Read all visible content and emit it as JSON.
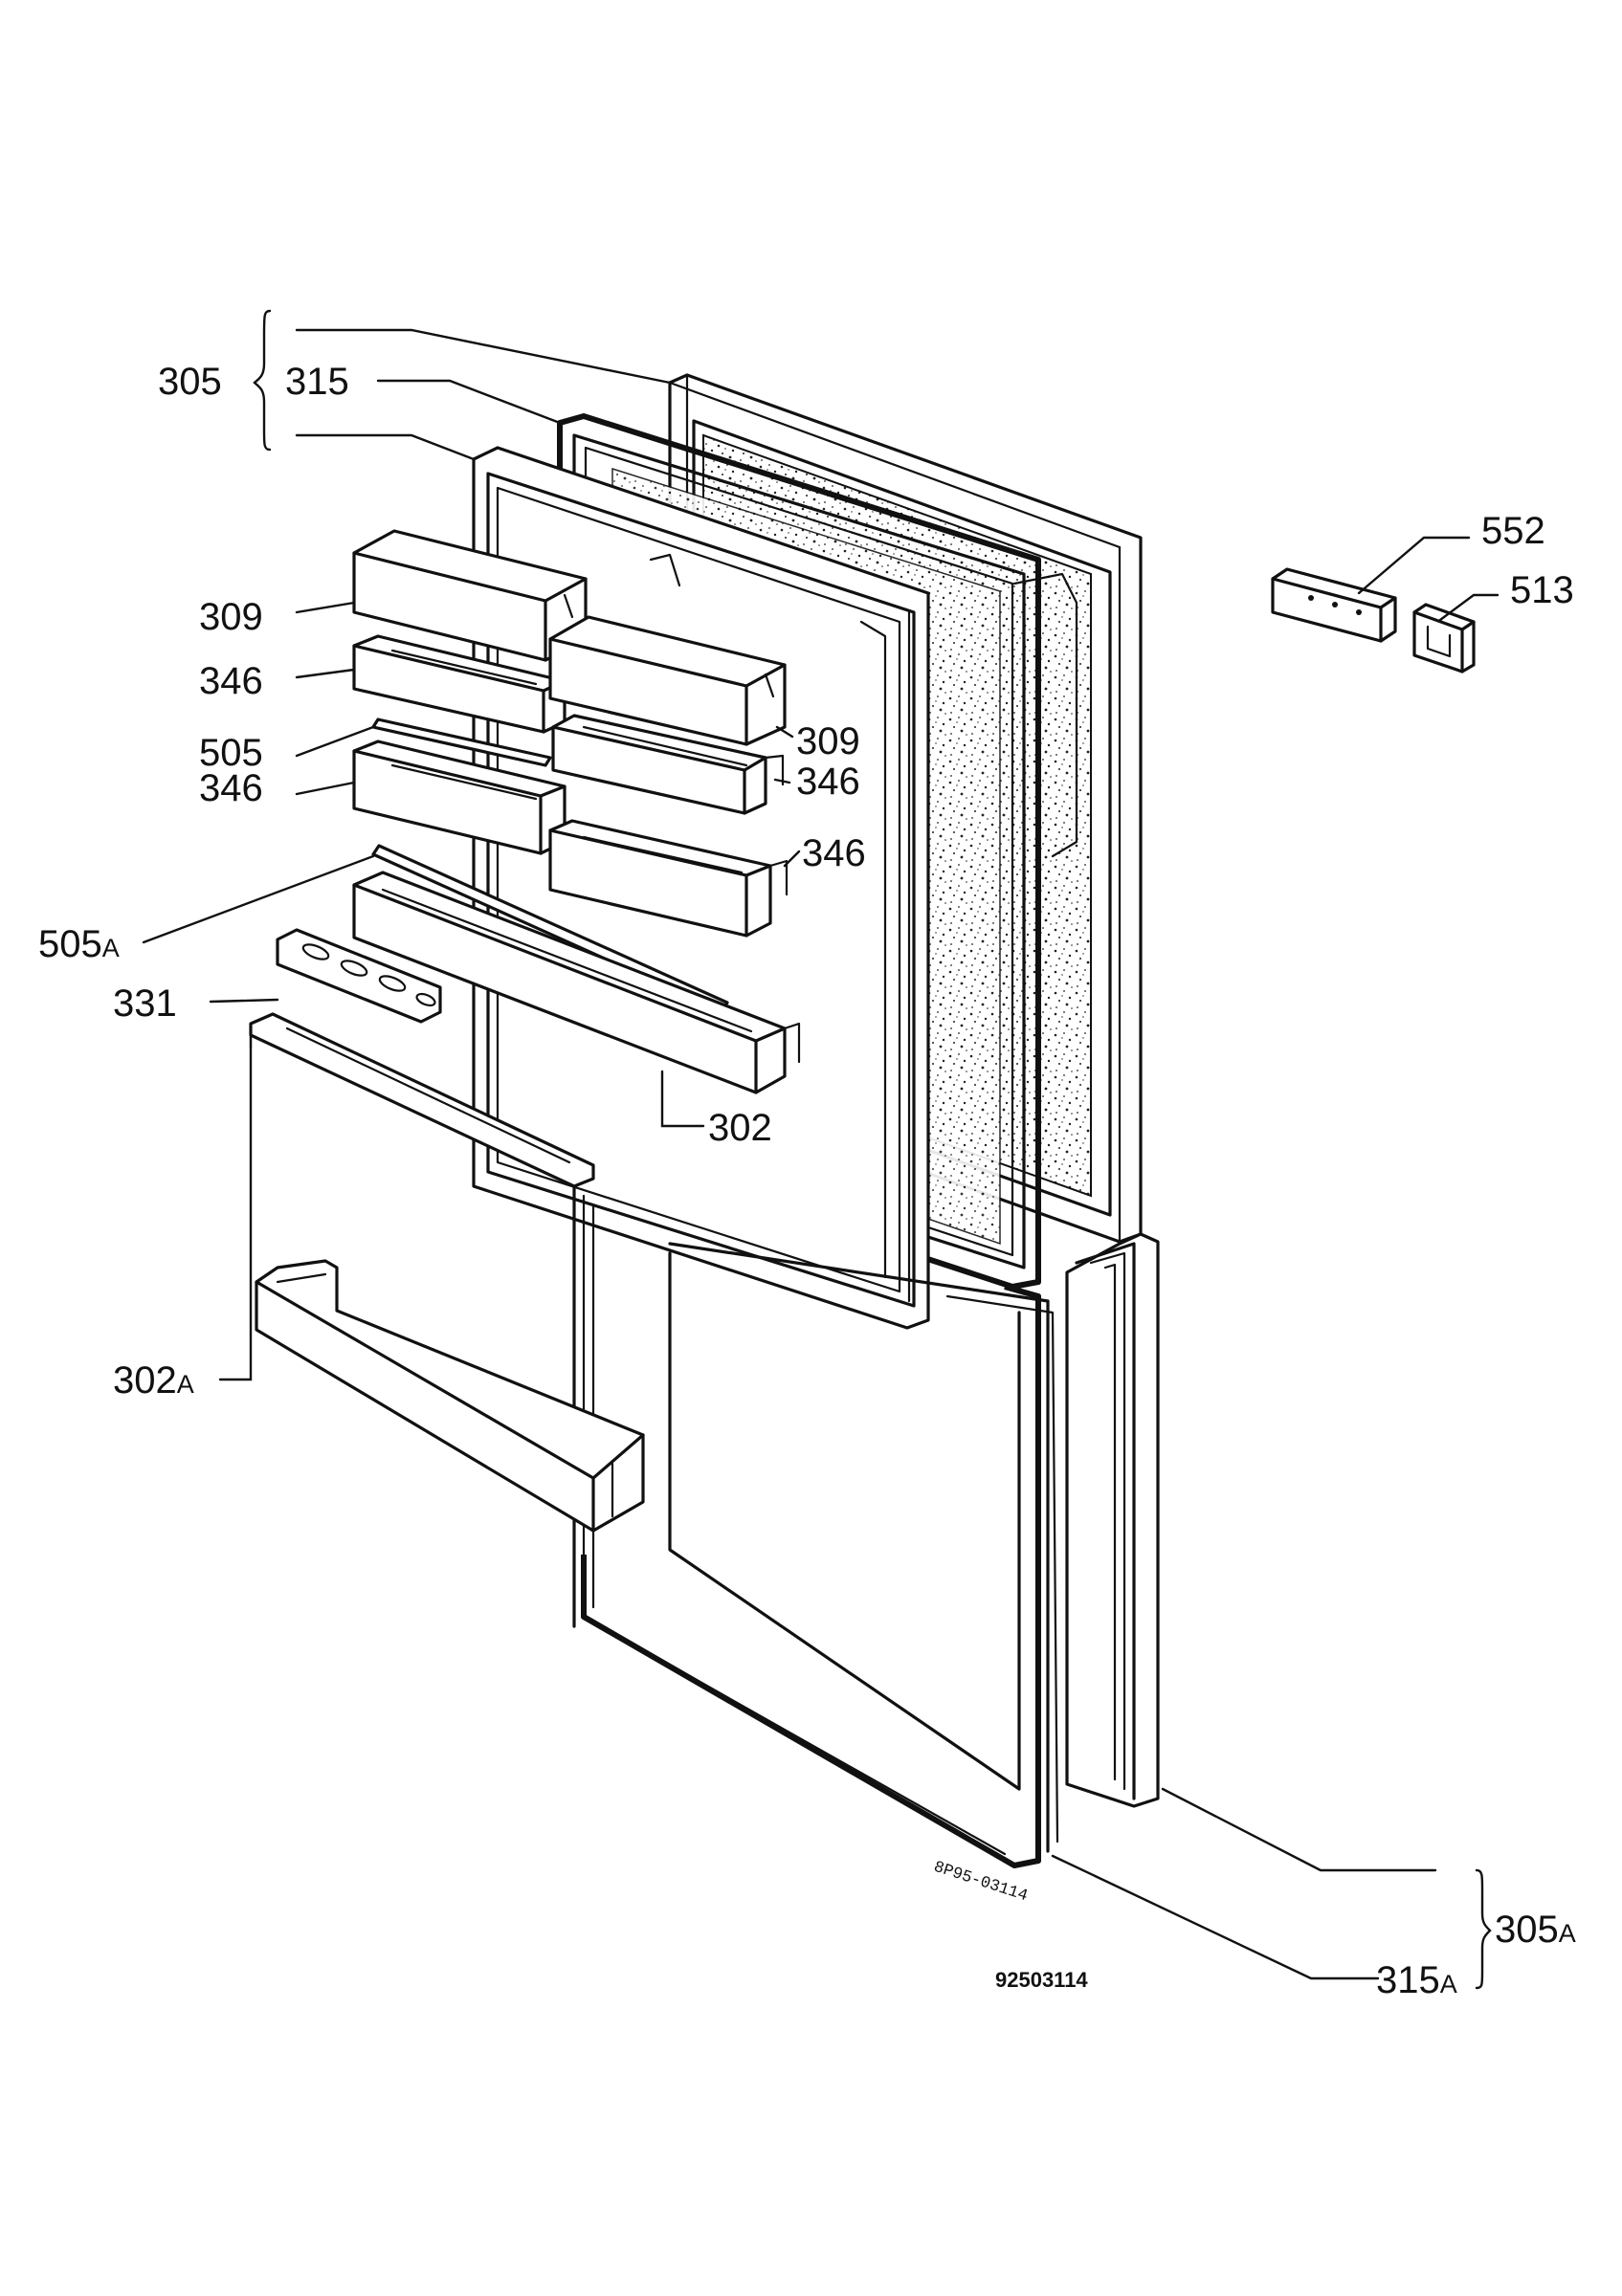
{
  "labels": {
    "p305": "305",
    "p315": "315",
    "p309_a": "309",
    "p346_a": "346",
    "p505": "505",
    "p346_b": "346",
    "p505a_num": "505",
    "p505a_suffix": "A",
    "p331": "331",
    "p302": "302",
    "p302a_num": "302",
    "p302a_suffix": "A",
    "p309_b": "309",
    "p346_c": "346",
    "p346_d": "346",
    "p552": "552",
    "p513": "513",
    "p305a_num": "305",
    "p305a_suffix": "A",
    "p315a_num": "315",
    "p315a_suffix": "A"
  },
  "drawing_code": "92503114",
  "stamp_text": "8P95-03114"
}
